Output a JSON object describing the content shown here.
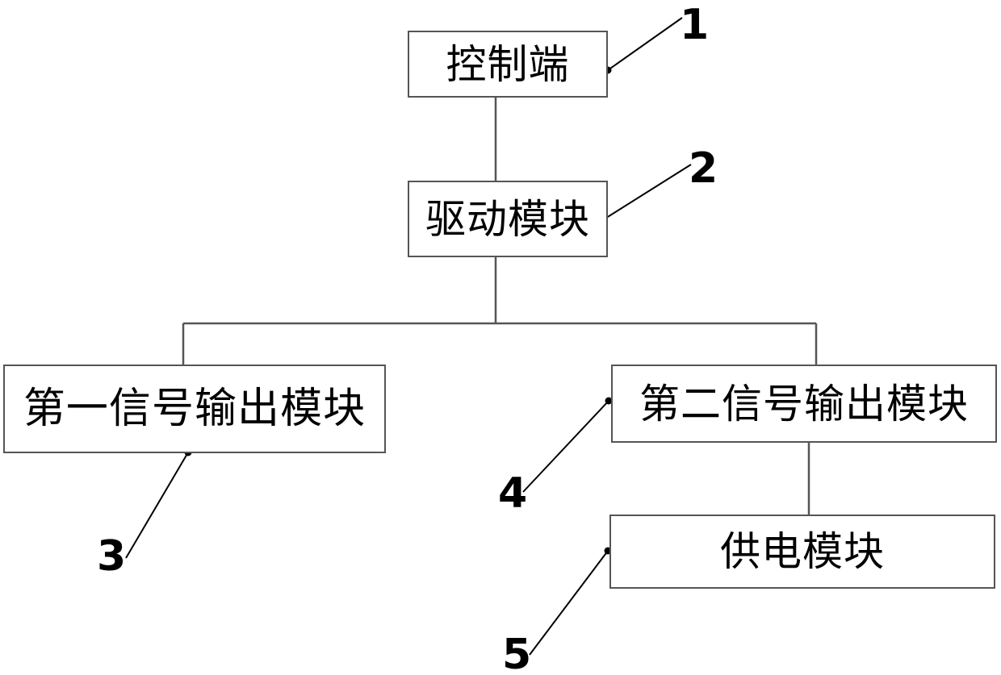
{
  "diagram": {
    "title": "",
    "background_color": "#ffffff",
    "line_color": "#555555",
    "text_color": "#000000",
    "nodes": [
      {
        "id": "control",
        "label": "控制端",
        "ref": "1"
      },
      {
        "id": "drive",
        "label": "驱动模块",
        "ref": "2"
      },
      {
        "id": "signal1",
        "label": "第一信号输出模块",
        "ref": "3"
      },
      {
        "id": "signal2",
        "label": "第二信号输出模块",
        "ref": "4"
      },
      {
        "id": "power",
        "label": "供电模块",
        "ref": "5"
      }
    ],
    "reference_numerals": {
      "n1": "1",
      "n2": "2",
      "n3": "3",
      "n4": "4",
      "n5": "5"
    }
  }
}
